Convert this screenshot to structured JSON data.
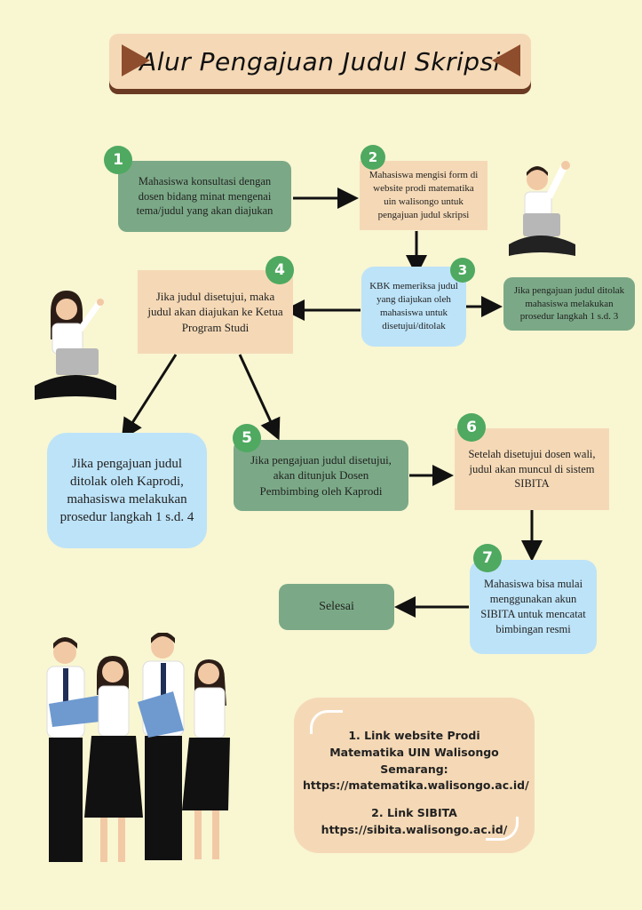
{
  "title": "Alur Pengajuan Judul Skripsi",
  "steps": {
    "s1": {
      "num": "1",
      "text": "Mahasiswa konsultasi dengan dosen bidang minat mengenai tema/judul yang akan diajukan"
    },
    "s2": {
      "num": "2",
      "text": "Mahasiswa mengisi form di website prodi matematika uin walisongo untuk pengajuan judul skripsi"
    },
    "s3": {
      "num": "3",
      "text": "KBK memeriksa judul yang diajukan oleh mahasiswa untuk disetujui/ditolak"
    },
    "s3_reject": {
      "text": "Jika pengajuan judul ditolak mahasiswa melakukan prosedur langkah 1 s.d. 3"
    },
    "s4": {
      "num": "4",
      "text": "Jika judul disetujui, maka judul akan diajukan ke Ketua Program Studi"
    },
    "s4_reject": {
      "text": "Jika pengajuan judul ditolak oleh Kaprodi, mahasiswa melakukan prosedur langkah 1 s.d. 4"
    },
    "s5": {
      "num": "5",
      "text": "Jika pengajuan judul disetujui, akan ditunjuk Dosen Pembimbing oleh Kaprodi"
    },
    "s6": {
      "num": "6",
      "text": "Setelah disetujui dosen wali, judul akan muncul di sistem SIBITA"
    },
    "s7": {
      "num": "7",
      "text": "Mahasiswa bisa mulai menggunakan akun SIBITA untuk mencatat bimbingan resmi"
    },
    "end": {
      "text": "Selesai"
    }
  },
  "links": {
    "l1_title": "1. Link website Prodi Matematika UIN Walisongo Semarang:",
    "l1_url": "https://matematika.walisongo.ac.id/",
    "l2_title": "2. Link SIBITA",
    "l2_url": "https://sibita.walisongo.ac.id/"
  },
  "colors": {
    "background": "#f9f6d2",
    "green": "#7ba987",
    "peach": "#f5d9b6",
    "blue": "#bde3f8",
    "badge": "#4fa960",
    "accent": "#8e4d2c"
  }
}
